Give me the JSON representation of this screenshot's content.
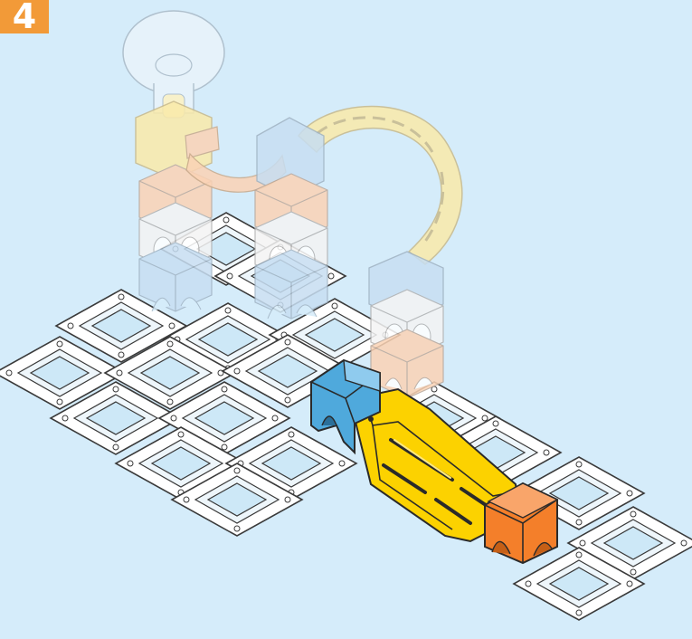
{
  "step": {
    "number": "4"
  },
  "colors": {
    "background": "#d5ecfa",
    "badge": "#f29a38",
    "badge_text": "#ffffff",
    "base_tile": "#ffffff",
    "base_window": "#cde8f7",
    "outline": "#3a3a3a",
    "ghost_orange": "#fbd3b5",
    "ghost_blue": "#c7def2",
    "ghost_white": "#f4f4f4",
    "ghost_yellow": "#faeaaa",
    "highlight_blue": "#4fa9dc",
    "highlight_yellow": "#fcd200",
    "highlight_orange": "#f47f2a"
  },
  "parts": {
    "base": "base-grid-tiles",
    "ghost": [
      "funnel",
      "funnel-tower",
      "curved-rail",
      "arch-rail",
      "tower-middle",
      "tower-right"
    ],
    "new": [
      "blue-connector",
      "yellow-ramp-rail",
      "orange-end-block"
    ]
  }
}
